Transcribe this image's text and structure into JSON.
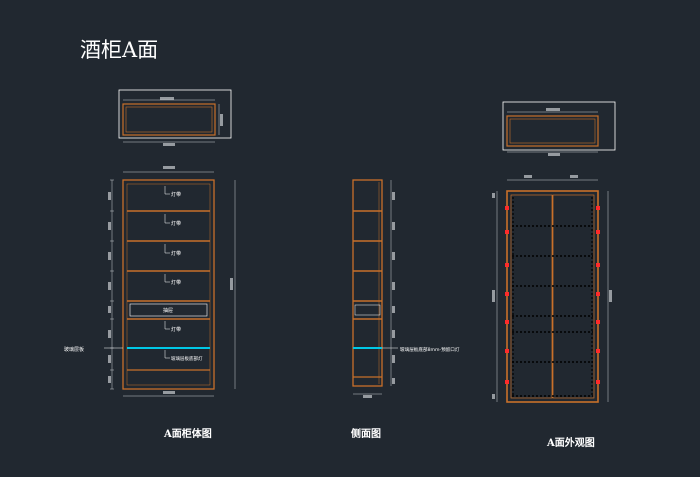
{
  "page": {
    "title": "酒柜A面"
  },
  "captions": {
    "front_body": "A面柜体图",
    "side": "侧面图",
    "exterior": "A面外观图"
  },
  "front_body": {
    "shelf_labels": [
      "灯带",
      "灯带",
      "灯带",
      "灯带",
      "灯带"
    ],
    "drawer_label": "抽屉",
    "glass_shelf_label": "玻璃层板",
    "glass_note": "玻璃层板底部灯"
  },
  "side": {
    "glass_note": "玻璃层板底部8mm-预留口灯"
  },
  "colors": {
    "background": "#212830",
    "cabinet": "#c8702a",
    "dimension": "#c9ccd0",
    "glass": "#00c8e6",
    "hinge": "#ff2a2a",
    "white": "#ffffff"
  }
}
